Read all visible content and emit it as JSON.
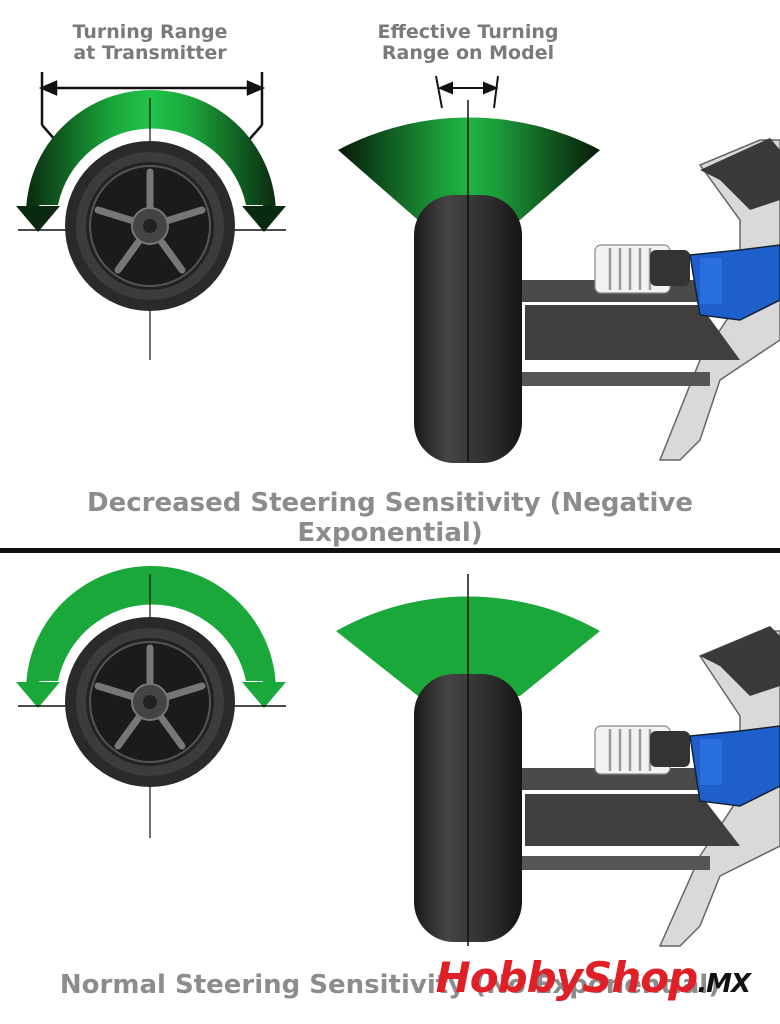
{
  "top": {
    "label_transmitter": [
      "Turning Range",
      "at Transmitter"
    ],
    "label_model": [
      "Effective Turning",
      "Range on Model"
    ],
    "caption": "Decreased Steering Sensitivity (Negative Exponential)"
  },
  "bottom": {
    "caption": "Normal Steering Sensitivity (No Exponential)"
  },
  "watermark": {
    "brand": "HobbyShop",
    "suffix": ".MX",
    "brand_color": "#e01f26",
    "suffix_color": "#111111"
  },
  "colors": {
    "arc_green": "#1aa83a",
    "arc_dark": "#0a2a10",
    "wheel_dark": "#333333",
    "suspension_blue": "#1f5fcc"
  }
}
